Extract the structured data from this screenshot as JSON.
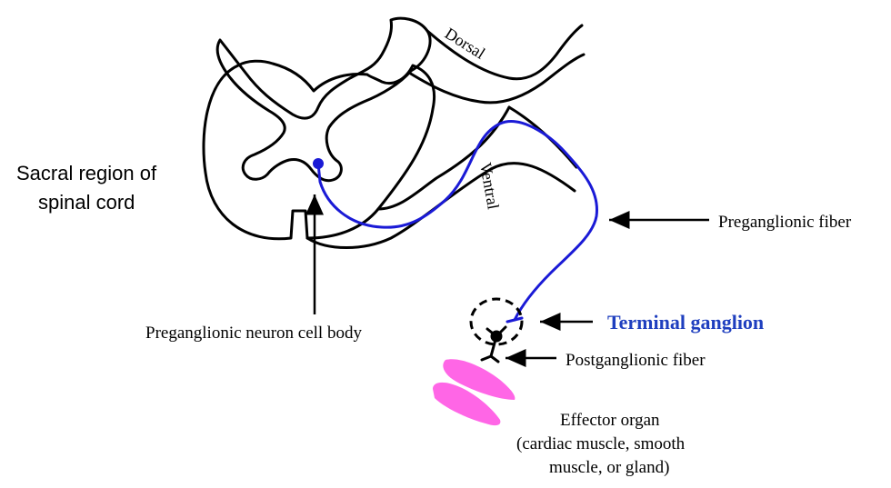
{
  "labels": {
    "region_line1": "Sacral region of",
    "region_line2": "spinal cord",
    "dorsal": "Dorsal",
    "ventral": "Ventral",
    "preganglionic_fiber": "Preganglionic fiber",
    "cell_body": "Preganglionic neuron cell body",
    "terminal_ganglion": "Terminal ganglion",
    "postganglionic_fiber": "Postganglionic fiber",
    "effector_line1": "Effector organ",
    "effector_line2": "(cardiac muscle, smooth",
    "effector_line3": "muscle, or gland)"
  },
  "colors": {
    "neuron": "#1a1ad6",
    "highlight_text": "#1f3fbf",
    "effector": "#ff66e6",
    "outline": "#000000"
  }
}
